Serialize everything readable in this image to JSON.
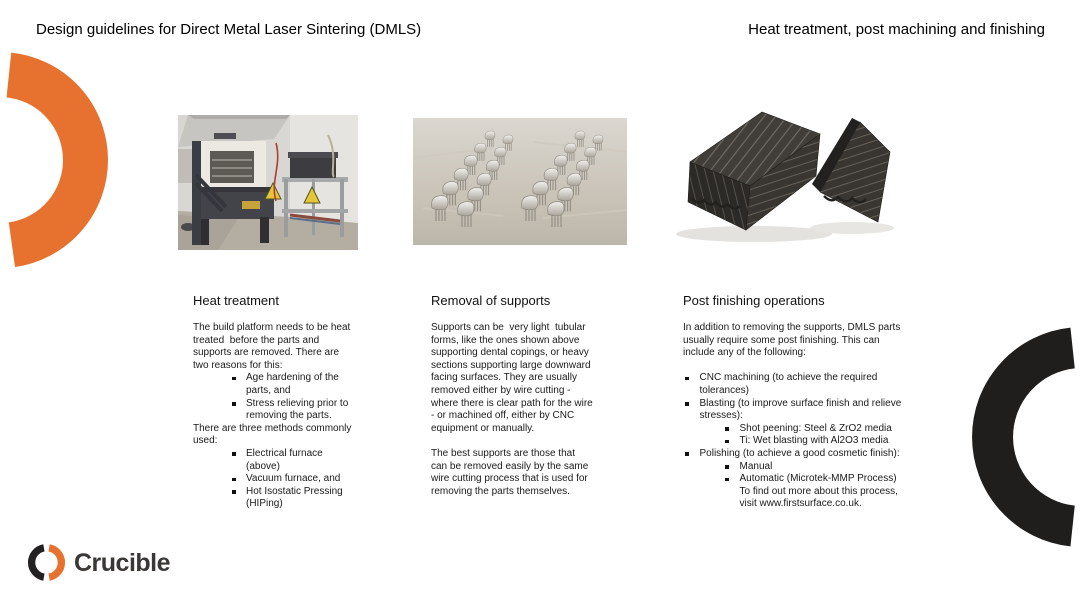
{
  "header": {
    "title": "Design guidelines for Direct Metal Laser Sintering (DMLS)",
    "subtitle": "Heat treatment, post machining and finishing"
  },
  "photos": [
    {
      "alt": "electric-furnace-in-workshop"
    },
    {
      "alt": "dental-copings-on-supports-build-plate"
    },
    {
      "alt": "dmls-finned-heat-exchanger-parts"
    }
  ],
  "columns": [
    {
      "heading": "Heat treatment",
      "para1": "The build platform needs to be heat treated  before the parts and supports are removed. There are two reasons for this:",
      "bullets1": [
        "Age hardening of the parts, and",
        "Stress relieving prior to removing the parts."
      ],
      "para2": "There are three methods commonly used:",
      "bullets2": [
        "Electrical furnace (above)",
        "Vacuum furnace, and",
        "Hot Isostatic Pressing (HIPing)"
      ]
    },
    {
      "heading": "Removal of supports",
      "para1": "Supports can be  very light  tubular forms, like the ones shown above supporting dental copings, or heavy sections supporting large downward facing surfaces. They are usually removed either by wire cutting - where there is clear path for the wire - or machined off, either by CNC equipment or manually.",
      "para2": "The best supports are those that can be removed easily by the same wire cutting process that is used for removing the parts themselves."
    },
    {
      "heading": "Post finishing operations",
      "para1": "In addition to removing the supports, DMLS parts usually require some post finishing. This can include any of the following:",
      "bullets": [
        {
          "text": "CNC machining (to achieve the required tolerances)"
        },
        {
          "text": "Blasting (to improve surface finish and relieve stresses):",
          "subs": [
            "Shot peening: Steel & ZrO2 media",
            "Ti: Wet blasting with Al2O3 media"
          ]
        },
        {
          "text": "Polishing (to achieve a good cosmetic finish):",
          "subs": [
            "Manual",
            "Automatic (Microtek-MMP Process)\nTo find out more about this process,\nvisit www.firstsurface.co.uk."
          ]
        }
      ]
    }
  ],
  "footer": {
    "brand": "Crucible"
  },
  "colors": {
    "accent_orange": "#E7712E",
    "ring_black": "#201D1D"
  }
}
